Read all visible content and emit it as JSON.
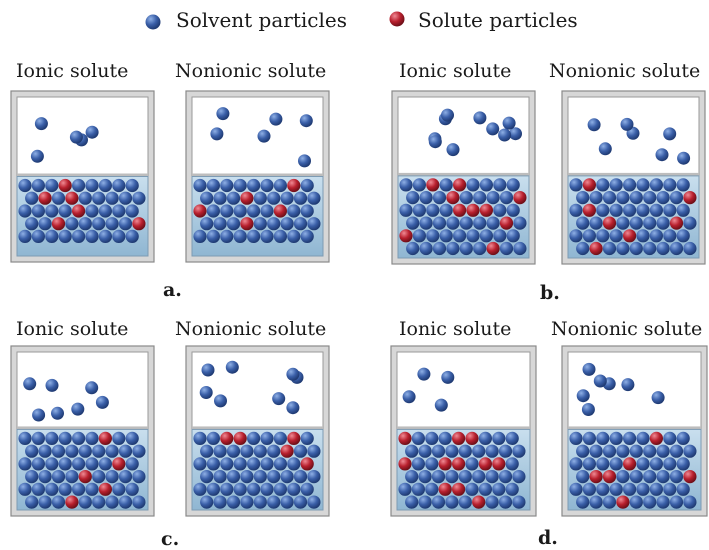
{
  "legend": {
    "solvent_label": "Solvent particles",
    "solute_label": "Solute particles",
    "solvent_color": "#3a5fa8",
    "solute_color": "#b8202e"
  },
  "container_labels": {
    "ionic": "Ionic solute",
    "nonionic": "Nonionic solute"
  },
  "panels": [
    {
      "letter": "a."
    },
    {
      "letter": "b."
    },
    {
      "letter": "c."
    },
    {
      "letter": "d."
    }
  ]
}
